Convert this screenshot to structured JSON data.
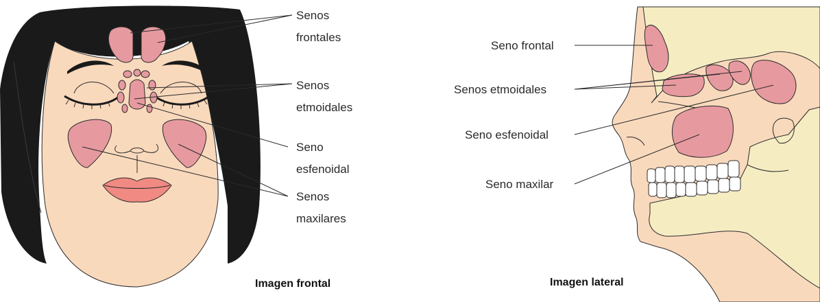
{
  "colors": {
    "skin": "#f9d9bc",
    "hair": "#1a1a1a",
    "sinus": "#e69aa0",
    "bone": "#f6ecc2",
    "lips": "#f08a82",
    "text": "#2a2a2a"
  },
  "frontal_view": {
    "caption": "Imagen frontal",
    "labels": {
      "frontales": [
        "Senos",
        "frontales"
      ],
      "etmoidales": [
        "Senos",
        "etmoidales"
      ],
      "esfenoidal": [
        "Seno",
        "esfenoidal"
      ],
      "maxilares": [
        "Senos",
        "maxilares"
      ]
    }
  },
  "lateral_view": {
    "caption": "Imagen lateral",
    "labels": {
      "frontal": "Seno frontal",
      "etmoidales": "Senos etmoidales",
      "esfenoidal": "Seno esfenoidal",
      "maxilar": "Seno maxilar"
    }
  }
}
